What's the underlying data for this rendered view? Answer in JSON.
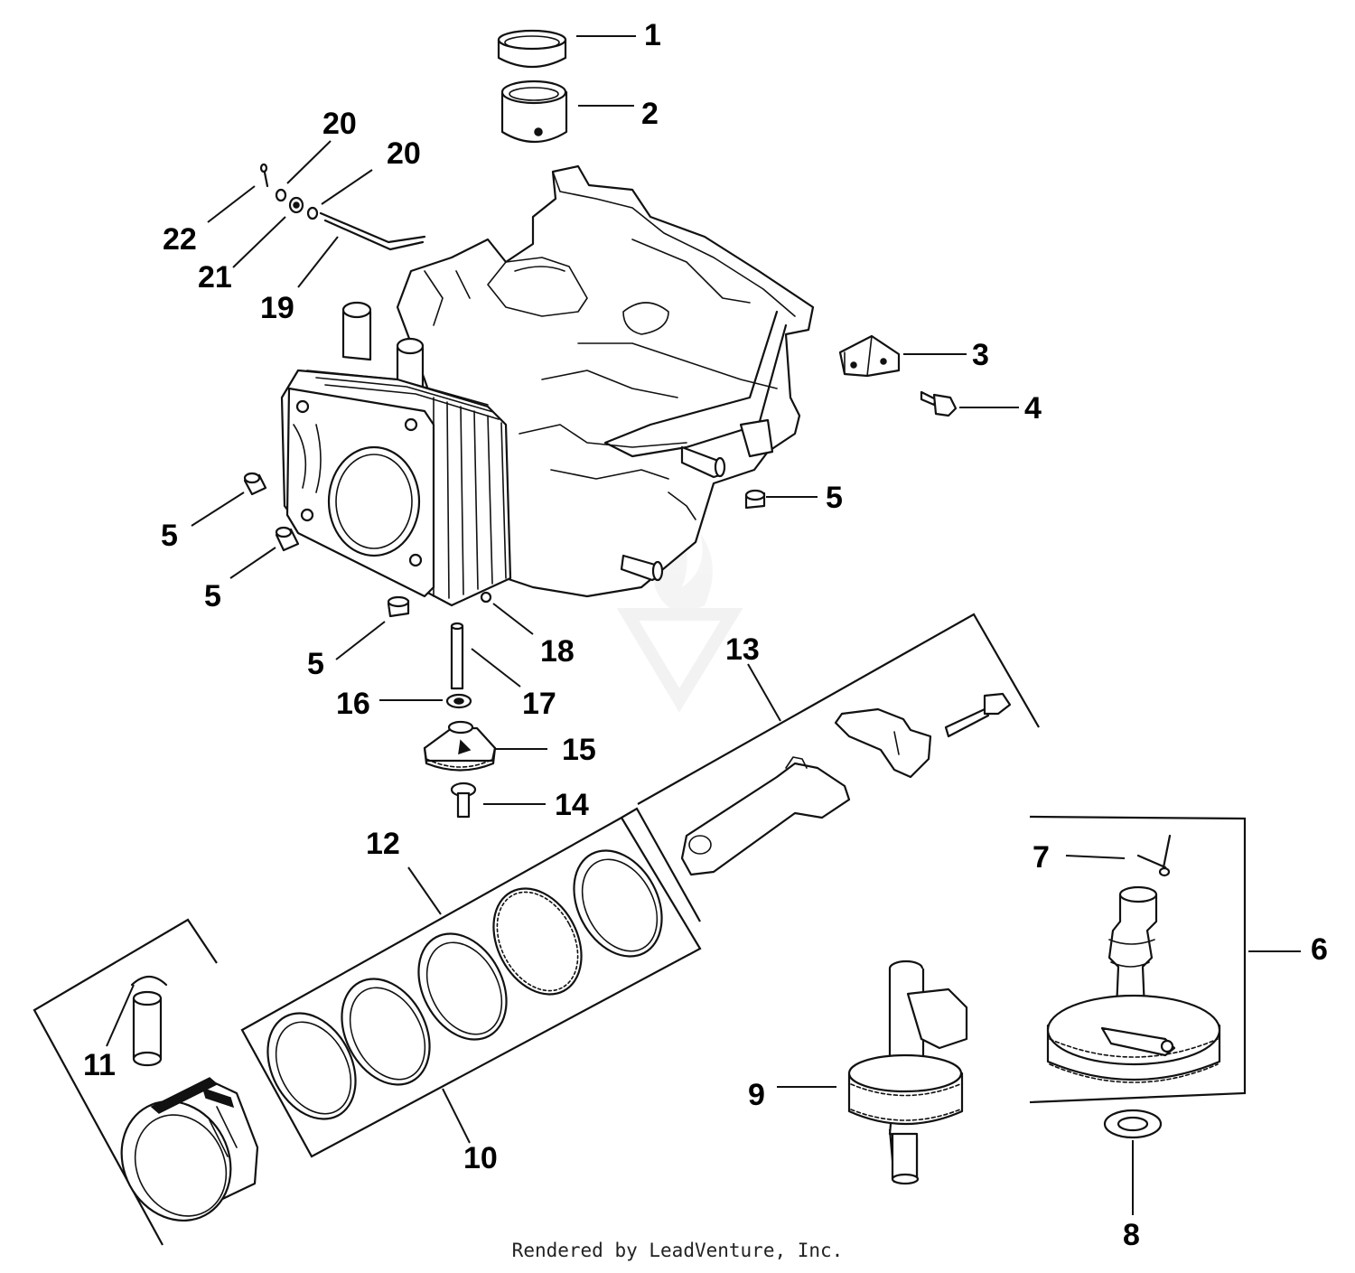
{
  "callouts": [
    {
      "id": "c1",
      "label": "1"
    },
    {
      "id": "c2",
      "label": "2"
    },
    {
      "id": "c3",
      "label": "3"
    },
    {
      "id": "c4",
      "label": "4"
    },
    {
      "id": "c5a",
      "label": "5"
    },
    {
      "id": "c5b",
      "label": "5"
    },
    {
      "id": "c5c",
      "label": "5"
    },
    {
      "id": "c5d",
      "label": "5"
    },
    {
      "id": "c6",
      "label": "6"
    },
    {
      "id": "c7",
      "label": "7"
    },
    {
      "id": "c8",
      "label": "8"
    },
    {
      "id": "c9",
      "label": "9"
    },
    {
      "id": "c10",
      "label": "10"
    },
    {
      "id": "c11",
      "label": "11"
    },
    {
      "id": "c12",
      "label": "12"
    },
    {
      "id": "c13",
      "label": "13"
    },
    {
      "id": "c14",
      "label": "14"
    },
    {
      "id": "c15",
      "label": "15"
    },
    {
      "id": "c16",
      "label": "16"
    },
    {
      "id": "c17",
      "label": "17"
    },
    {
      "id": "c18",
      "label": "18"
    },
    {
      "id": "c19",
      "label": "19"
    },
    {
      "id": "c20a",
      "label": "20"
    },
    {
      "id": "c20b",
      "label": "20"
    },
    {
      "id": "c21",
      "label": "21"
    },
    {
      "id": "c22",
      "label": "22"
    }
  ],
  "footer": "Rendered by LeadVenture, Inc.",
  "colors": {
    "ink": "#111111",
    "background": "#ffffff",
    "watermark": "#e6e6e6"
  }
}
